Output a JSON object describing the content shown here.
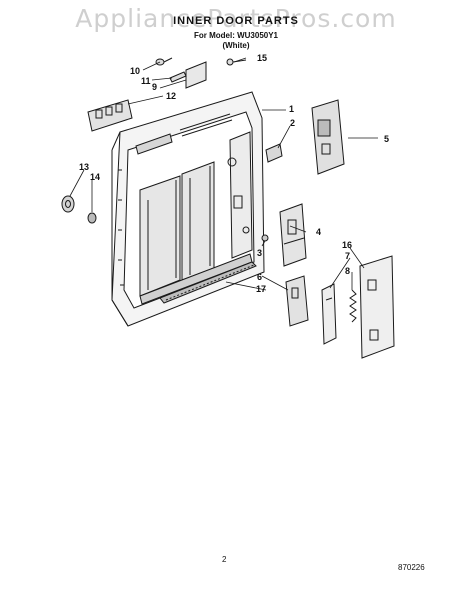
{
  "watermark": "AppliancePartsPros.com",
  "header": {
    "title": "INNER DOOR PARTS",
    "model": "For Model: WU3050Y1",
    "color": "(White)"
  },
  "callouts": [
    "1",
    "2",
    "3",
    "4",
    "5",
    "6",
    "7",
    "8",
    "9",
    "10",
    "11",
    "12",
    "13",
    "14",
    "15",
    "16",
    "17"
  ],
  "footer": {
    "page": "2",
    "doc_number": "870226"
  }
}
